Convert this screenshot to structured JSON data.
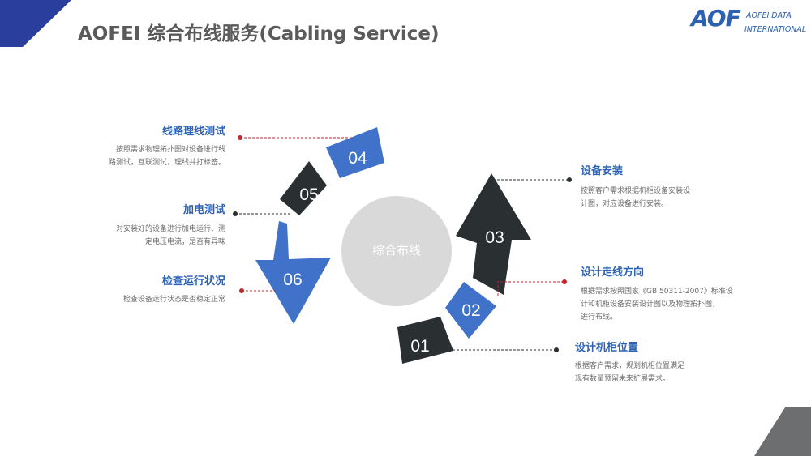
{
  "header": {
    "title": "AOFEI 综合布线服务(Cabling Service)"
  },
  "logo": {
    "mark": "AOF",
    "line1": "AOFEI DATA",
    "line2": "INTERNATIONAL"
  },
  "center": {
    "label": "综合布线"
  },
  "colors": {
    "blue": "#3f72c8",
    "dark": "#2a2f31",
    "center": "#d9d9d9",
    "connector": "#c0262d",
    "title_text": "#2d62b3"
  },
  "steps": [
    {
      "num": "01",
      "title": "设计机柜位置",
      "desc_lines": [
        "根据客户需求，规划机柜位置满足",
        "现有数量预留未来扩展需求。"
      ]
    },
    {
      "num": "02",
      "title": "设计走线方向",
      "desc_lines": [
        "根据需求按照国家《GB 50311-2007》标准设",
        "计和机柜设备安装设计图以及物理拓扑图，",
        "进行布线。"
      ]
    },
    {
      "num": "03",
      "title": "设备安装",
      "desc_lines": [
        "按照客户需求根据机柜设备安装设",
        "计图，对应设备进行安装。"
      ]
    },
    {
      "num": "04",
      "title": "线路理线测试",
      "desc_lines": [
        "按照需求物理拓扑图对设备进行线",
        "路测试，互联测试，理线并打标签。"
      ]
    },
    {
      "num": "05",
      "title": "加电测试",
      "desc_lines": [
        "对安装好的设备进行加电运行、测",
        "定电压电流，是否有异味"
      ]
    },
    {
      "num": "06",
      "title": "检查运行状况",
      "desc_lines": [
        "检查设备运行状态是否稳定正常"
      ]
    }
  ]
}
